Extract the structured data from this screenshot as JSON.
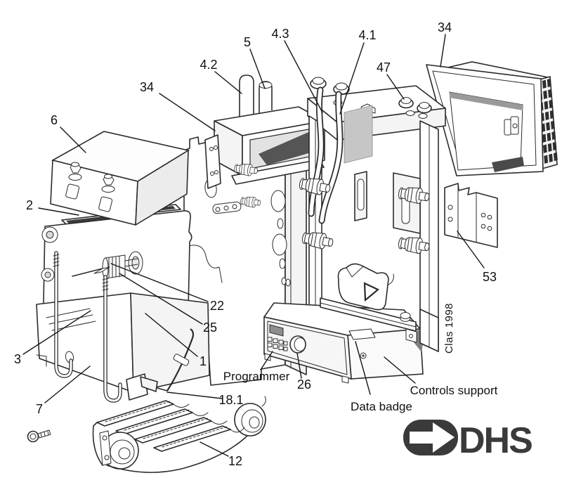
{
  "labels": {
    "n1": "1",
    "n2": "2",
    "n3": "3",
    "n5": "5",
    "n6": "6",
    "n7": "7",
    "n12": "12",
    "n18_1": "18.1",
    "n22": "22",
    "n25": "25",
    "n26": "26",
    "n34_flue": "34",
    "n34_air_box": "34",
    "n4_1": "4.1",
    "n4_2": "4.2",
    "n4_3": "4.3",
    "n47": "47",
    "n53": "53"
  },
  "captions": {
    "programmer": "Programmer",
    "data_badge": "Data badge",
    "controls_support": "Controls support",
    "model": "Clas 1998"
  },
  "logo": {
    "text": "DHS"
  },
  "colors": {
    "line": "#2b2b2b",
    "label": "#111111",
    "logo": "#3a3a3a",
    "inner_panel_gray": "#c6c6c6",
    "vent_dark": "#2e2e2e",
    "shadow": "#808080"
  }
}
